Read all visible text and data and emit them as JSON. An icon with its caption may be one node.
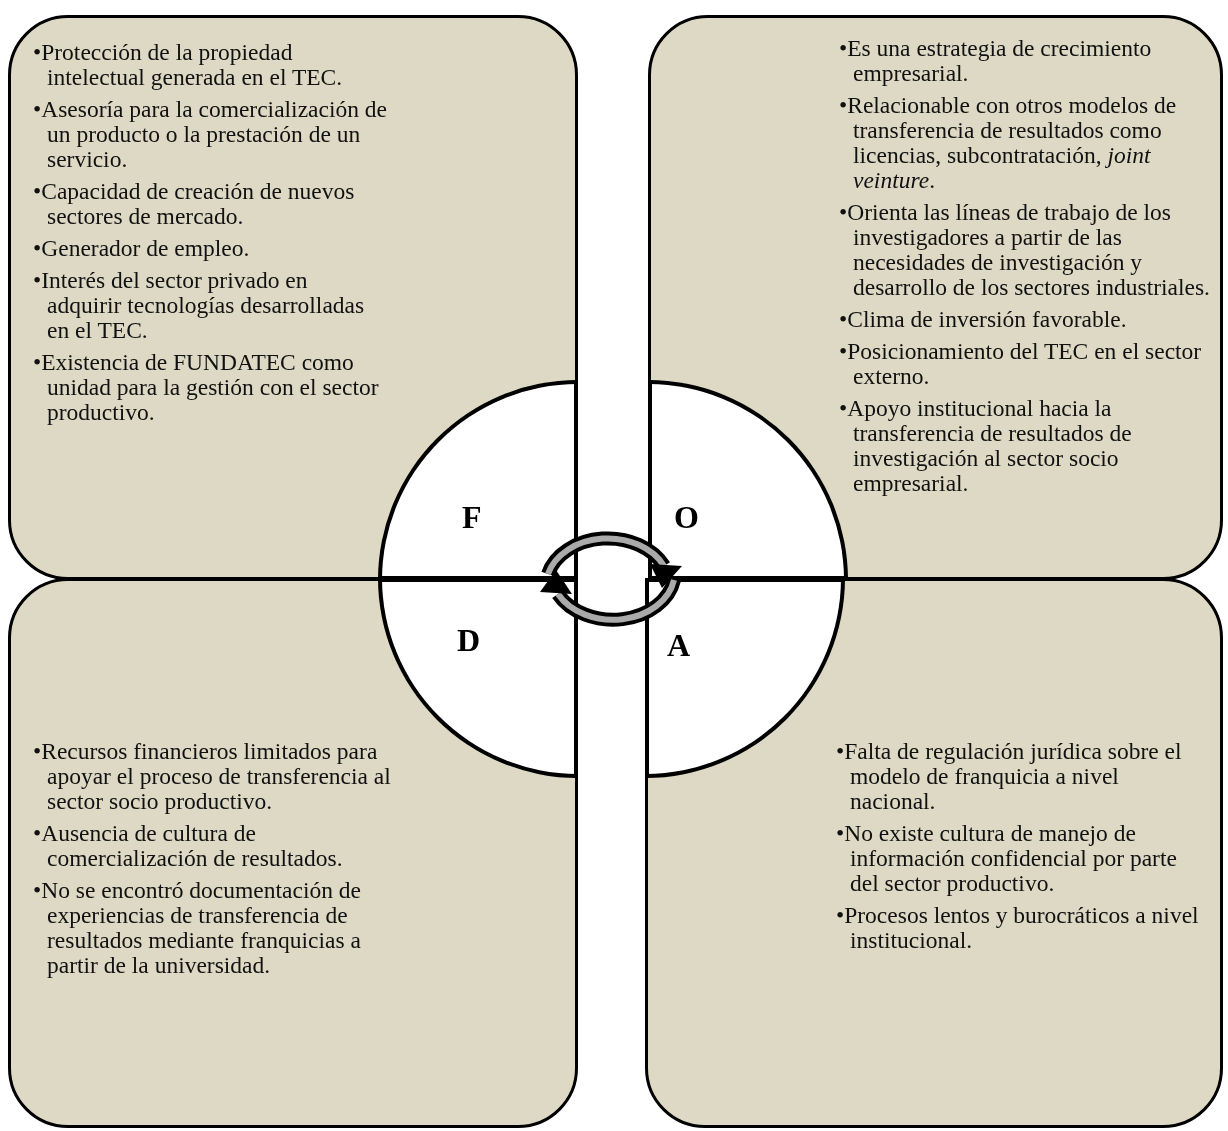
{
  "diagram": {
    "nodes": [
      {
        "text": [
          "•Protección de la propiedad intelectual generada en el TEC.",
          "•Asesoría para la comercialización de un producto o la prestación de un servicio.",
          "•Capacidad de creación de nuevos sectores de mercado.",
          "•Generador de empleo.",
          "•Interés del sector privado en adquirir tecnologías desarrolladas en el TEC.",
          "•Existencia de FUNDATEC como unidad para la gestión con el sector productivo."
        ]
      },
      {
        "text": [
          "F"
        ],
        "in": 0
      },
      {
        "text": [
          "•Es una estrategia de crecimiento empresarial.",
          "•Relacionable  con otros modelos de transferencia de resultados como licencias, subcontratación, *joint veinture*.",
          "•Orienta las líneas de trabajo de los investigadores a partir de las necesidades de investigación y desarrollo de los sectores industriales.",
          "•Clima de inversión favorable.",
          "•Posicionamiento del TEC en el sector externo.",
          "•Apoyo  institucional hacia la transferencia de resultados de investigación al sector socio empresarial."
        ]
      },
      {
        "text": [
          "O"
        ],
        "in": 2
      },
      {
        "text": [
          "•Recursos financieros limitados para apoyar el proceso de transferencia al sector socio productivo.",
          "•Ausencia de cultura de comercialización de resultados.",
          "•No se encontró documentación de experiencias de transferencia de resultados mediante franquicias a partir de la universidad."
        ]
      },
      {
        "text": [
          "D"
        ],
        "in": 4
      },
      {
        "text": [
          "•Falta de regulación jurídica sobre el modelo de franquicia a nivel nacional.",
          "•No existe cultura de manejo de información confidencial por parte del sector productivo.",
          "•Procesos lentos y burocráticos a nivel institucional."
        ]
      },
      {
        "text": [
          "A"
        ],
        "in": 6
      }
    ]
  }
}
